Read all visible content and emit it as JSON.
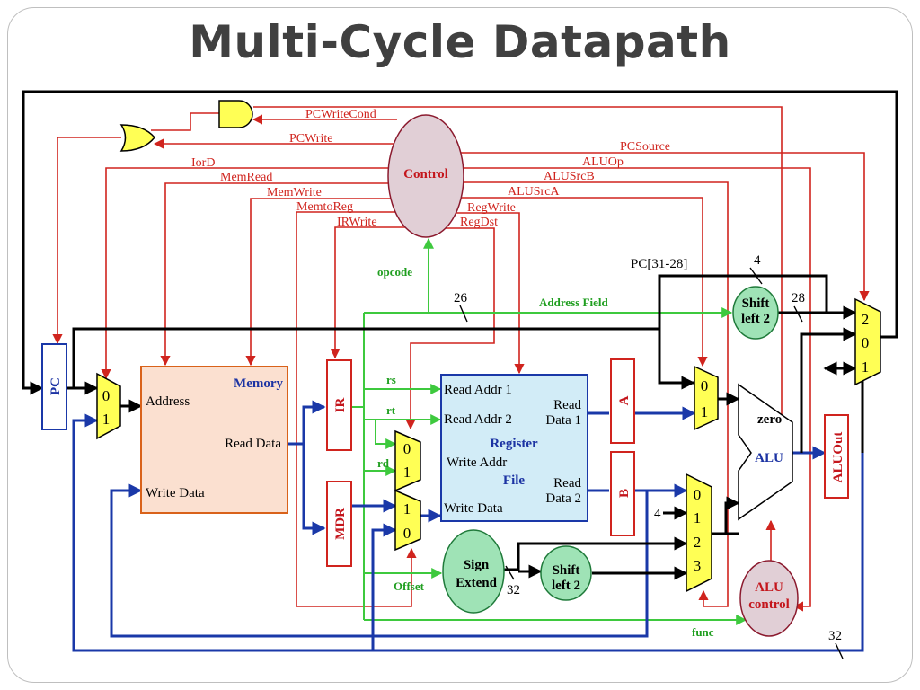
{
  "slide": {
    "title": "Multi-Cycle Datapath"
  },
  "control_signals": {
    "pcwritecond": "PCWriteCond",
    "pcwrite": "PCWrite",
    "iord": "IorD",
    "memread": "MemRead",
    "memwrite": "MemWrite",
    "memtoreg": "MemtoReg",
    "irwrite": "IRWrite",
    "pcsource": "PCSource",
    "aluop": "ALUOp",
    "alusrcb": "ALUSrcB",
    "alusrca": "ALUSrcA",
    "regwrite": "RegWrite",
    "regdst": "RegDst"
  },
  "components": {
    "control": "Control",
    "pc": "PC",
    "memory": {
      "title": "Memory",
      "address": "Address",
      "read_data": "Read Data",
      "write_data": "Write Data"
    },
    "ir": "IR",
    "mdr": "MDR",
    "register_file": {
      "title_line1": "Register",
      "title_line2": "File",
      "read_addr1": "Read Addr 1",
      "read_addr2": "Read Addr 2",
      "write_addr": "Write Addr",
      "write_data": "Write Data",
      "read_data1_l1": "Read",
      "read_data1_l2": "Data 1",
      "read_data2_l1": "Read",
      "read_data2_l2": "Data 2"
    },
    "reg_a": "A",
    "reg_b": "B",
    "alu": "ALU",
    "zero": "zero",
    "aluout": "ALUOut",
    "alu_control_l1": "ALU",
    "alu_control_l2": "control",
    "sign_extend_l1": "Sign",
    "sign_extend_l2": "Extend",
    "shift_left2_l1": "Shift",
    "shift_left2_l2": "left 2"
  },
  "bus_labels": {
    "opcode": "opcode",
    "address_field": "Address Field",
    "rs": "rs",
    "rt": "rt",
    "rd": "rd",
    "offset": "Offset",
    "func": "func",
    "pc_upper": "PC[31-28]",
    "w26": "26",
    "w28": "28",
    "w4_top": "4",
    "w4_const": "4",
    "w32_se": "32",
    "w32_bot": "32"
  },
  "mux_inputs": {
    "iord_mux": [
      "0",
      "1"
    ],
    "regdst_mux": [
      "0",
      "1"
    ],
    "memtoreg_mux": [
      "1",
      "0"
    ],
    "alusrca_mux": [
      "0",
      "1"
    ],
    "alusrcb_mux": [
      "0",
      "1",
      "2",
      "3"
    ],
    "pcsource_mux": [
      "2",
      "0",
      "1"
    ]
  },
  "colors": {
    "control": "#d0241e",
    "datapath_blue": "#1a38a8",
    "field_green": "#3ec93e",
    "mux_fill": "#ffff55",
    "memory_fill": "#fbe0d0",
    "memory_border": "#d9621a",
    "regfile_fill": "#d2ecf7",
    "control_fill": "#e1cfd6",
    "ellipse_green": "#9fe3b6"
  }
}
